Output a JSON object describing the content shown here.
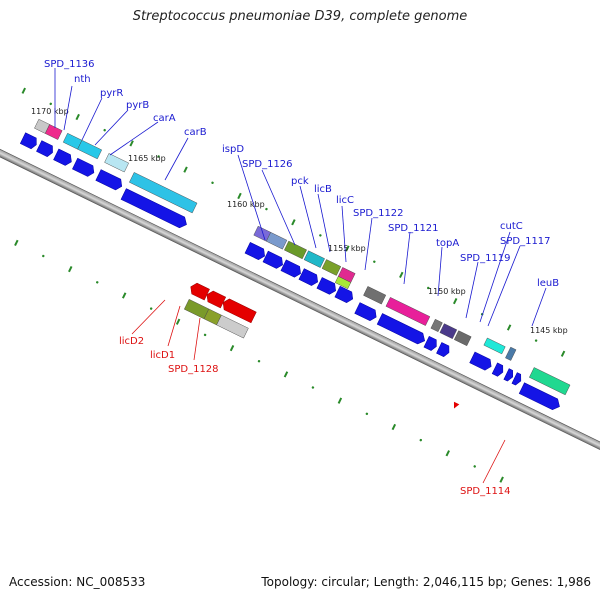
{
  "title": "Streptococcus pneumoniae D39, complete genome",
  "footer": {
    "accession": "Accession: NC_008533",
    "topology": "Topology: circular; Length: 2,046,115 bp; Genes: 1,986"
  },
  "ticks": [
    "1170 kbp",
    "1165 kbp",
    "1160 kbp",
    "1155 kbp",
    "1150 kbp",
    "1145 kbp"
  ],
  "genes_top": [
    "SPD_1136",
    "nth",
    "pyrR",
    "pyrB",
    "carA",
    "carB",
    "ispD",
    "SPD_1126",
    "pck",
    "licB",
    "licC",
    "SPD_1122",
    "SPD_1121",
    "topA",
    "SPD_1119",
    "cutC",
    "SPD_1117",
    "leuB"
  ],
  "genes_bottom": [
    "licD2",
    "licD1",
    "SPD_1128",
    "SPD_1114"
  ],
  "colors": {
    "forward_strand": "#1010ee",
    "reverse_strand": "#e00000",
    "top_label": "#1a1ad0",
    "bottom_label": "#d11111",
    "tick": "#2a8a2a"
  }
}
